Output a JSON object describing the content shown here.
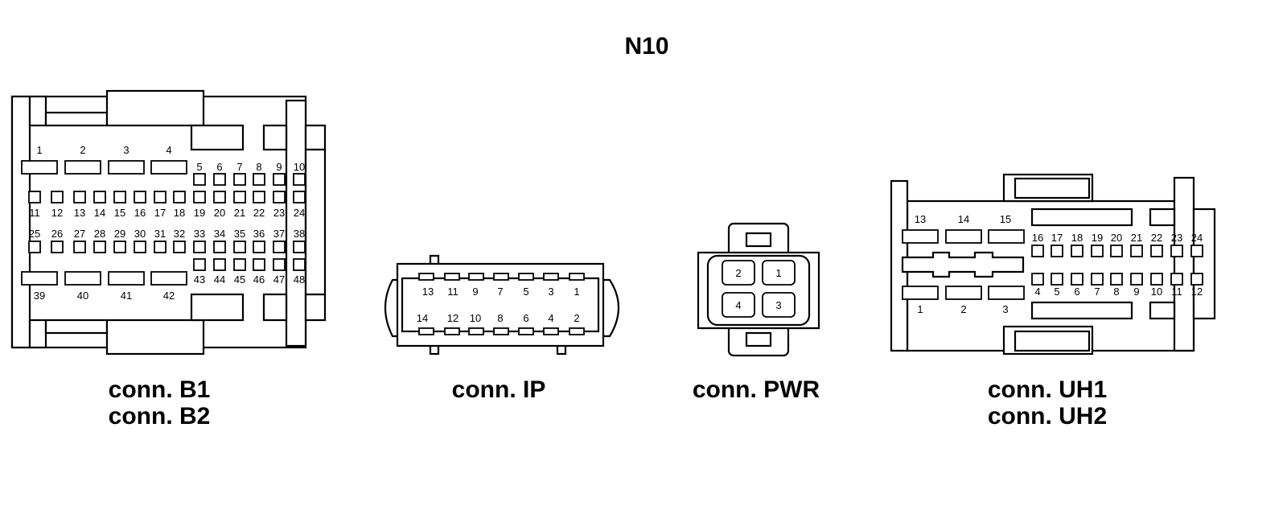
{
  "title": "N10",
  "connectors": {
    "b": {
      "caption_line1": "conn. B1",
      "caption_line2": "conn. B2",
      "top_pins": [
        "1",
        "2",
        "3",
        "4"
      ],
      "pins_5_10": [
        "5",
        "6",
        "7",
        "8",
        "9",
        "10"
      ],
      "pins_11_24": [
        "11",
        "12",
        "13",
        "14",
        "15",
        "16",
        "17",
        "18",
        "19",
        "20",
        "21",
        "22",
        "23",
        "24"
      ],
      "pins_25_38": [
        "25",
        "26",
        "27",
        "28",
        "29",
        "30",
        "31",
        "32",
        "33",
        "34",
        "35",
        "36",
        "37",
        "38"
      ],
      "pins_43_48": [
        "43",
        "44",
        "45",
        "46",
        "47",
        "48"
      ],
      "bottom_pins": [
        "39",
        "40",
        "41",
        "42"
      ]
    },
    "ip": {
      "caption": "conn. IP",
      "top_pins": [
        "13",
        "11",
        "9",
        "7",
        "5",
        "3",
        "1"
      ],
      "bottom_pins": [
        "14",
        "12",
        "10",
        "8",
        "6",
        "4",
        "2"
      ]
    },
    "pwr": {
      "caption": "conn. PWR",
      "pins": [
        "2",
        "1",
        "4",
        "3"
      ]
    },
    "uh": {
      "caption_line1": "conn. UH1",
      "caption_line2": "conn. UH2",
      "big_top_pins": [
        "13",
        "14",
        "15"
      ],
      "big_bottom_pins": [
        "1",
        "2",
        "3"
      ],
      "small_top_pins": [
        "16",
        "17",
        "18",
        "19",
        "20",
        "21",
        "22",
        "23",
        "24"
      ],
      "small_bottom_pins": [
        "4",
        "5",
        "6",
        "7",
        "8",
        "9",
        "10",
        "11",
        "12"
      ]
    }
  }
}
